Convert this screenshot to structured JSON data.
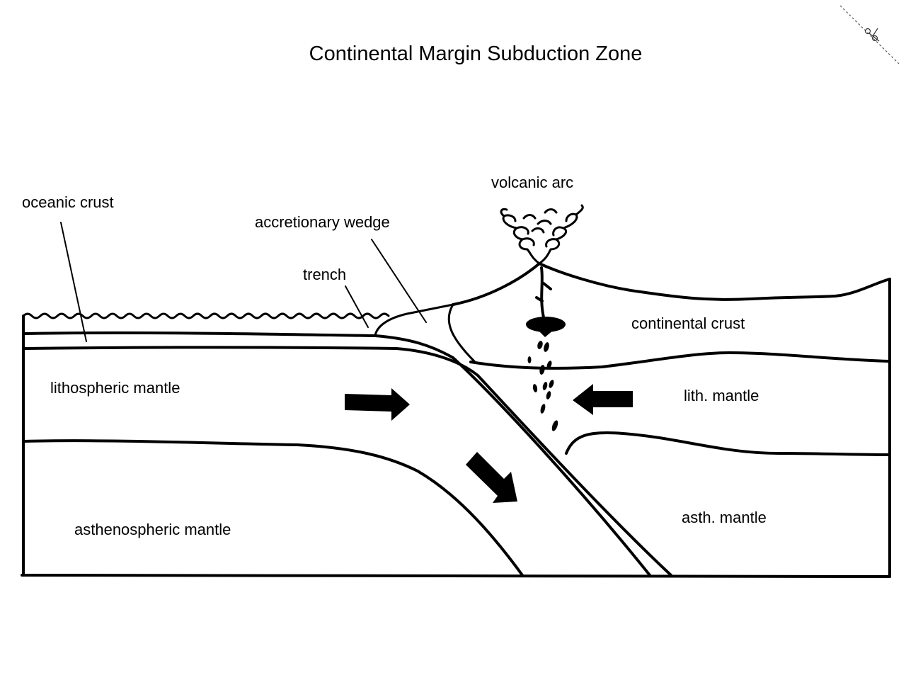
{
  "title": "Continental Margin Subduction Zone",
  "labels": {
    "oceanic_crust": "oceanic crust",
    "accretionary_wedge": "accretionary wedge",
    "trench": "trench",
    "volcanic_arc": "volcanic arc",
    "continental_crust": "continental crust",
    "lithospheric_mantle": "lithospheric mantle",
    "lith_mantle": "lith. mantle",
    "asthenospheric_mantle": "asthenospheric mantle",
    "asth_mantle": "asth. mantle"
  },
  "icons": {
    "corner": "scissors-icon",
    "plate_motion": "arrow-icon"
  }
}
